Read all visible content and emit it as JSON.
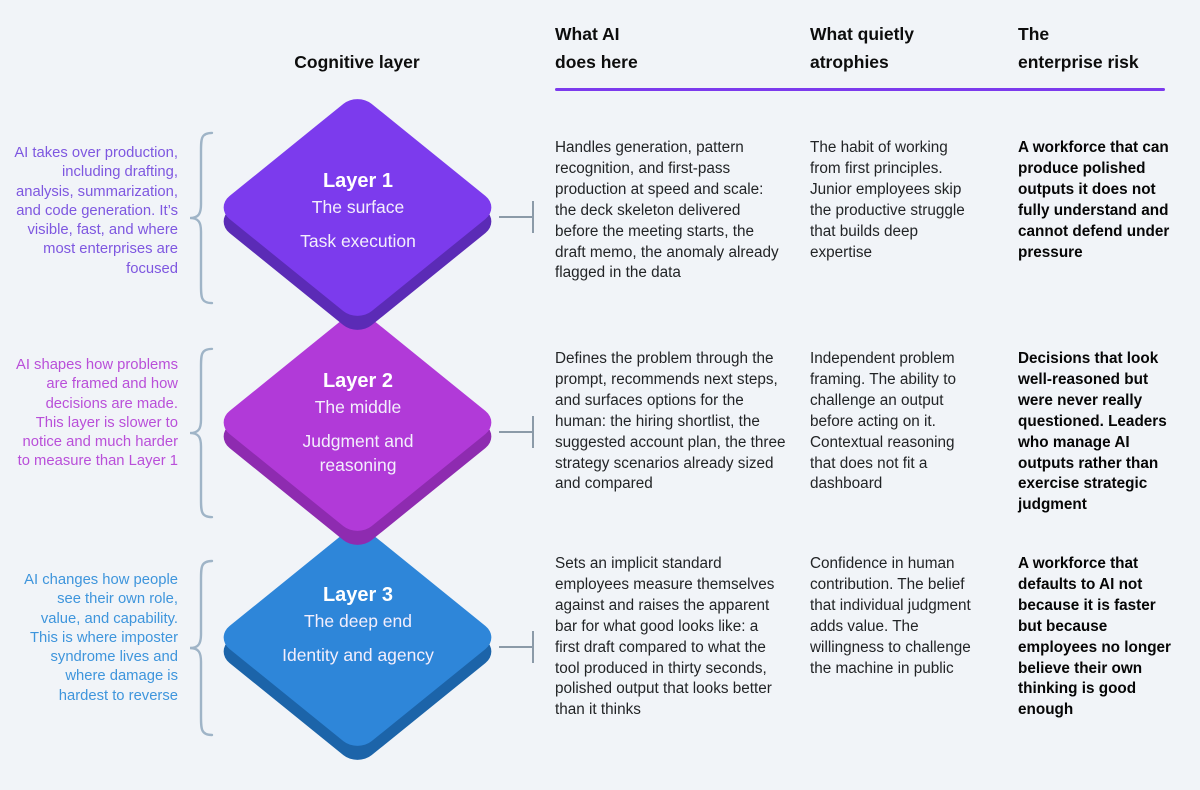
{
  "canvas": {
    "background": "#f1f4f8",
    "accent_line_color": "#7c3aed",
    "connector_color": "#8b9aa8",
    "brace_color": "#9fb4c7"
  },
  "header": {
    "cognitive": "Cognitive layer",
    "what_ai": "What AI\ndoes here",
    "atrophies": "What quietly\natrophies",
    "risk": "The\nenterprise risk"
  },
  "rows": [
    {
      "annotation": "AI takes over production, including drafting, analysis, summarization, and code generation. It’s visible, fast, and where most enterprises are focused",
      "annotation_color": "#7e57e0",
      "diamond": {
        "title": "Layer 1",
        "subtitle": "The surface",
        "label": "Task execution",
        "face": "#7c3bed",
        "edge": "#5b2bb6"
      },
      "what_ai": "Handles generation, pattern recognition, and first-pass production at speed and scale: the deck skeleton delivered before the meeting starts, the draft memo, the anomaly already flagged in the data",
      "atrophies": "The habit of working from first principles. Junior employees skip the productive struggle that builds deep expertise",
      "risk": "A workforce that can produce polished outputs it does not fully understand and cannot defend under pressure"
    },
    {
      "annotation": "AI shapes how problems are framed and how decisions are made. This layer is slower to notice and much harder to measure than Layer 1",
      "annotation_color": "#b94fd9",
      "diamond": {
        "title": "Layer 2",
        "subtitle": "The middle",
        "label": "Judgment and reasoning",
        "face": "#b13ad8",
        "edge": "#8e2bb0"
      },
      "what_ai": "Defines the problem through the prompt, recommends next steps, and surfaces options for the human: the hiring shortlist, the suggested account plan, the three strategy scenarios already sized and compared",
      "atrophies": "Independent problem framing. The ability to challenge an output before acting on it. Contextual reasoning that does not fit a dashboard",
      "risk": "Decisions that look well-reasoned but were never really questioned. Leaders who manage AI outputs rather than exercise strategic judgment"
    },
    {
      "annotation": "AI changes how people see their own role, value, and capability. This is where imposter syndrome lives and where damage is hardest to reverse",
      "annotation_color": "#3e95dc",
      "diamond": {
        "title": "Layer 3",
        "subtitle": "The deep end",
        "label": "Identity and agency",
        "face": "#2e86d9",
        "edge": "#1c64a9"
      },
      "what_ai": "Sets an implicit standard employees measure themselves against and raises the apparent bar for what good looks like: a first draft compared to what the tool produced in thirty seconds, polished output that looks better than it thinks",
      "atrophies": "Confidence in human contribution. The belief that individual judgment adds value. The willingness to challenge the machine in public",
      "risk": "A workforce that defaults to AI not because it is faster but because employees no longer believe their own thinking is good enough"
    }
  ]
}
